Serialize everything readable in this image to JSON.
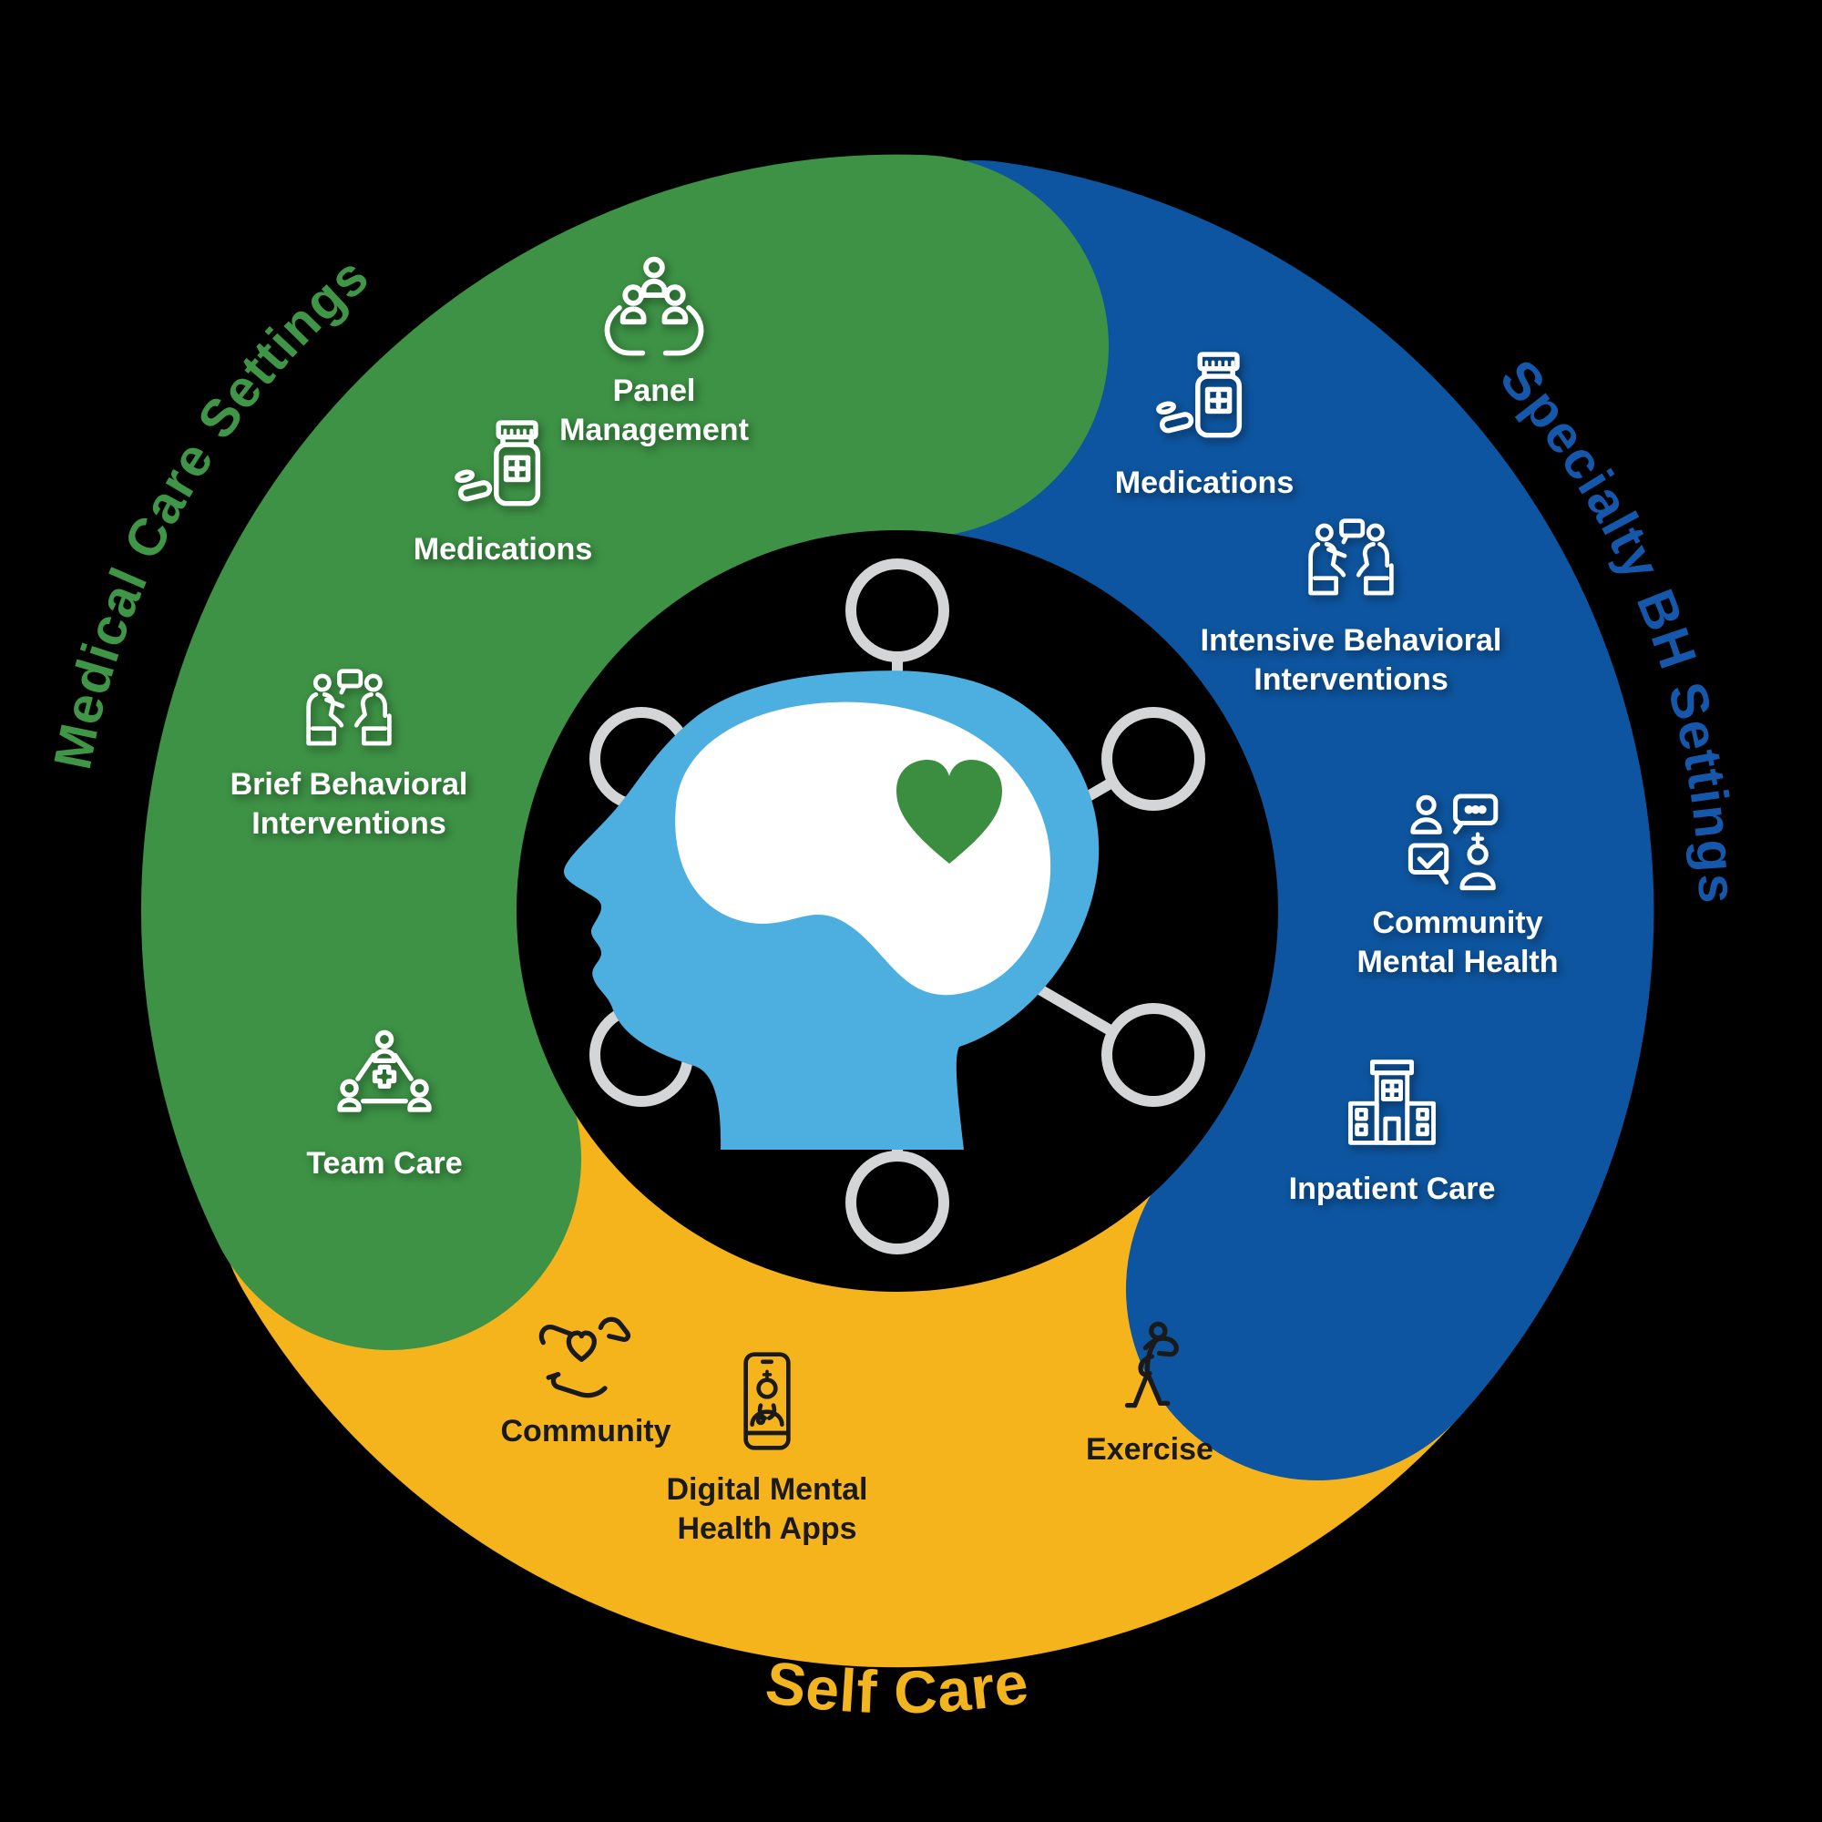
{
  "background_color": "#000000",
  "sections": [
    {
      "id": "medical-care",
      "title": "Medical Care Settings",
      "ring_color": "#3E9245",
      "title_color": "#3F9646",
      "item_color": "#FFFFFF",
      "items": [
        {
          "icon": "hands-people-icon",
          "label": [
            "Panel",
            "Management"
          ]
        },
        {
          "icon": "pill-bottle-icon",
          "label": [
            "Medications"
          ]
        },
        {
          "icon": "counseling-icon",
          "label": [
            "Brief Behavioral",
            "Interventions"
          ]
        },
        {
          "icon": "team-care-icon",
          "label": [
            "Team Care"
          ]
        }
      ]
    },
    {
      "id": "specialty-bh",
      "title": "Specialty BH Settings",
      "ring_color": "#0F54A0",
      "title_color": "#1558AB",
      "item_color": "#FFFFFF",
      "items": [
        {
          "icon": "pill-bottle-icon",
          "label": [
            "Medications"
          ]
        },
        {
          "icon": "counseling-icon",
          "label": [
            "Intensive Behavioral",
            "Interventions"
          ]
        },
        {
          "icon": "community-mh-icon",
          "label": [
            "Community",
            "Mental Health"
          ]
        },
        {
          "icon": "hospital-icon",
          "label": [
            "Inpatient Care"
          ]
        }
      ]
    },
    {
      "id": "self-care",
      "title": "Self Care",
      "ring_color": "#F5B41C",
      "title_color": "#F2B41F",
      "item_color": "#1A1A1A",
      "items": [
        {
          "icon": "hands-heart-icon",
          "label": [
            "Community"
          ]
        },
        {
          "icon": "phone-doctor-icon",
          "label": [
            "Digital Mental",
            "Health Apps"
          ]
        },
        {
          "icon": "exercise-icon",
          "label": [
            "Exercise"
          ]
        }
      ]
    }
  ],
  "center": {
    "head_color": "#4DAEE0",
    "brain_color": "#FFFFFF",
    "heart_color": "#3B8D40",
    "network_color": "#D4D5D6",
    "node_count": 6
  }
}
